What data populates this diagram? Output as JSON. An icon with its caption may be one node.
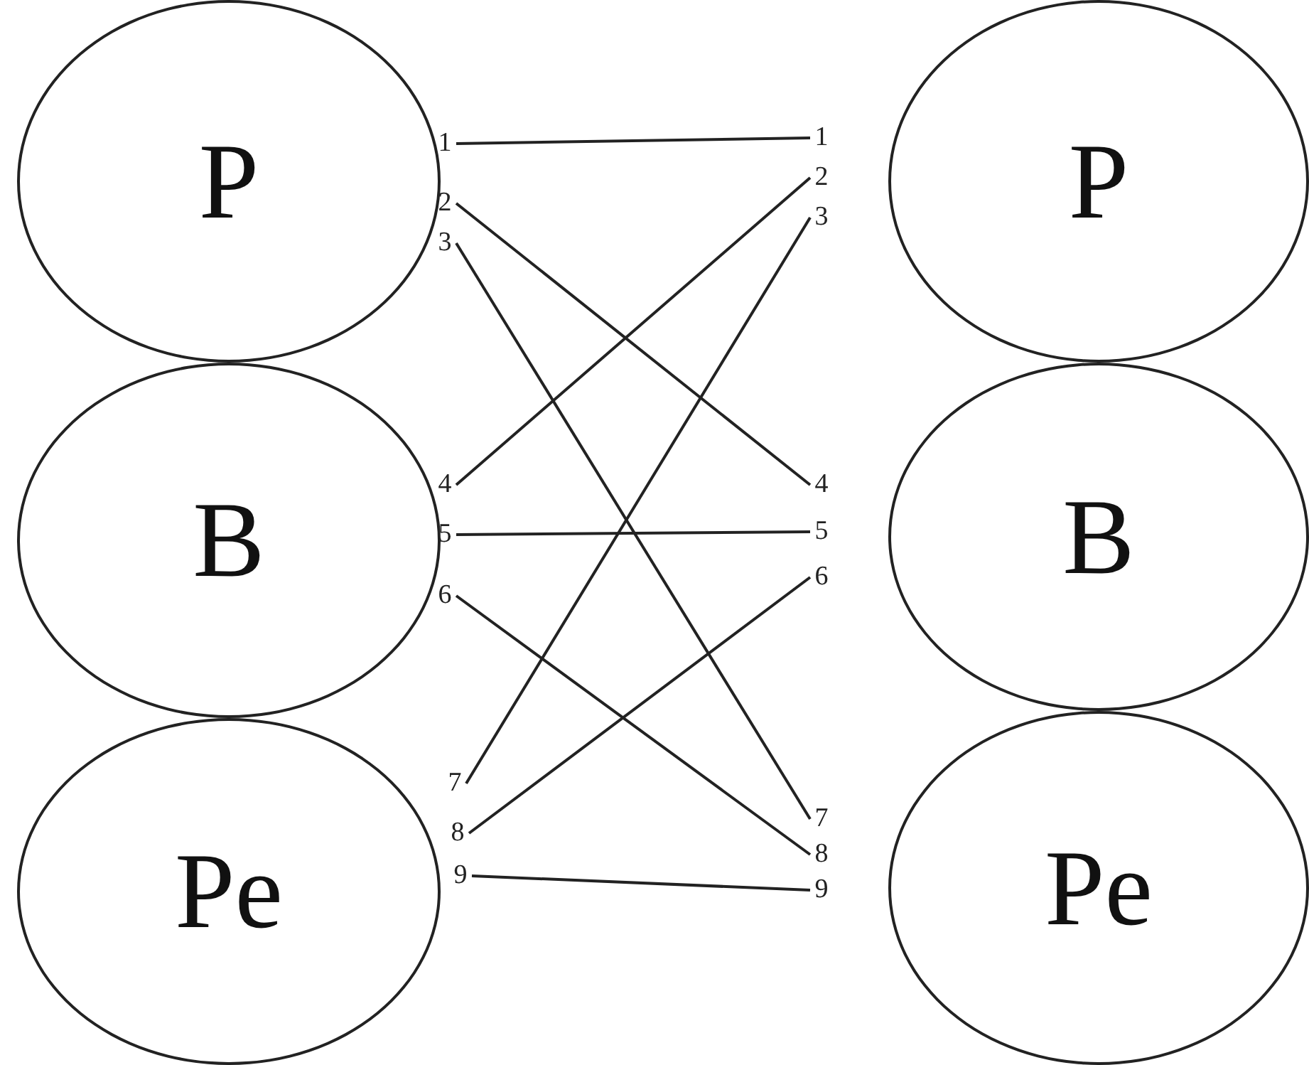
{
  "diagram": {
    "nodes": [
      {
        "text": [
          "P"
        ]
      },
      {
        "text": [
          "B"
        ]
      },
      {
        "text": [
          "Pe"
        ]
      },
      {
        "text": [
          "P"
        ]
      },
      {
        "text": [
          "B"
        ]
      },
      {
        "text": [
          "Pe"
        ]
      },
      {
        "text": [
          "1"
        ]
      },
      {
        "text": [
          "2"
        ]
      },
      {
        "text": [
          "3"
        ]
      },
      {
        "text": [
          "4"
        ]
      },
      {
        "text": [
          "5"
        ]
      },
      {
        "text": [
          "6"
        ]
      },
      {
        "text": [
          "7"
        ]
      },
      {
        "text": [
          "8"
        ]
      },
      {
        "text": [
          "9"
        ]
      },
      {
        "text": [
          "1"
        ]
      },
      {
        "text": [
          "2"
        ]
      },
      {
        "text": [
          "3"
        ]
      },
      {
        "text": [
          "4"
        ]
      },
      {
        "text": [
          "5"
        ]
      },
      {
        "text": [
          "6"
        ]
      },
      {
        "text": [
          "7"
        ]
      },
      {
        "text": [
          "8"
        ]
      },
      {
        "text": [
          "9"
        ]
      }
    ],
    "edges": [
      {
        "from": 6,
        "to": 15,
        "arrow": "none"
      },
      {
        "from": 7,
        "to": 18,
        "arrow": "none"
      },
      {
        "from": 8,
        "to": 21,
        "arrow": "none"
      },
      {
        "from": 9,
        "to": 16,
        "arrow": "none"
      },
      {
        "from": 10,
        "to": 19,
        "arrow": "none"
      },
      {
        "from": 11,
        "to": 22,
        "arrow": "none"
      },
      {
        "from": 12,
        "to": 17,
        "arrow": "none"
      },
      {
        "from": 13,
        "to": 20,
        "arrow": "none"
      },
      {
        "from": 14,
        "to": 23,
        "arrow": "none"
      }
    ]
  }
}
